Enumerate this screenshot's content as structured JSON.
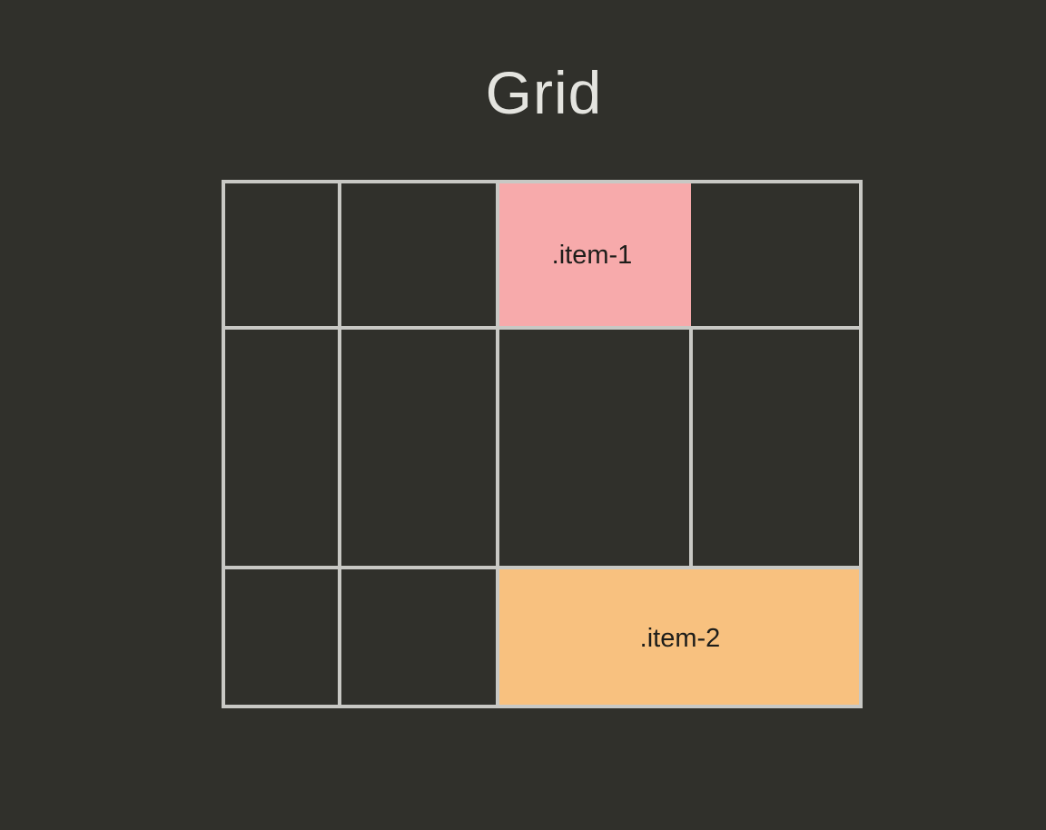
{
  "title": "Grid",
  "grid": {
    "columns": 4,
    "rows": 3,
    "line_color": "#c8c8c4",
    "background_color": "#30302b",
    "items": [
      {
        "name": "item-1",
        "label": ".item-1",
        "color": "#f7aaab",
        "column_start": 3,
        "column_end": 4,
        "row_start": 1,
        "row_end": 2
      },
      {
        "name": "item-2",
        "label": ".item-2",
        "color": "#f8c17f",
        "column_start": 3,
        "column_end": 5,
        "row_start": 3,
        "row_end": 4
      }
    ]
  }
}
